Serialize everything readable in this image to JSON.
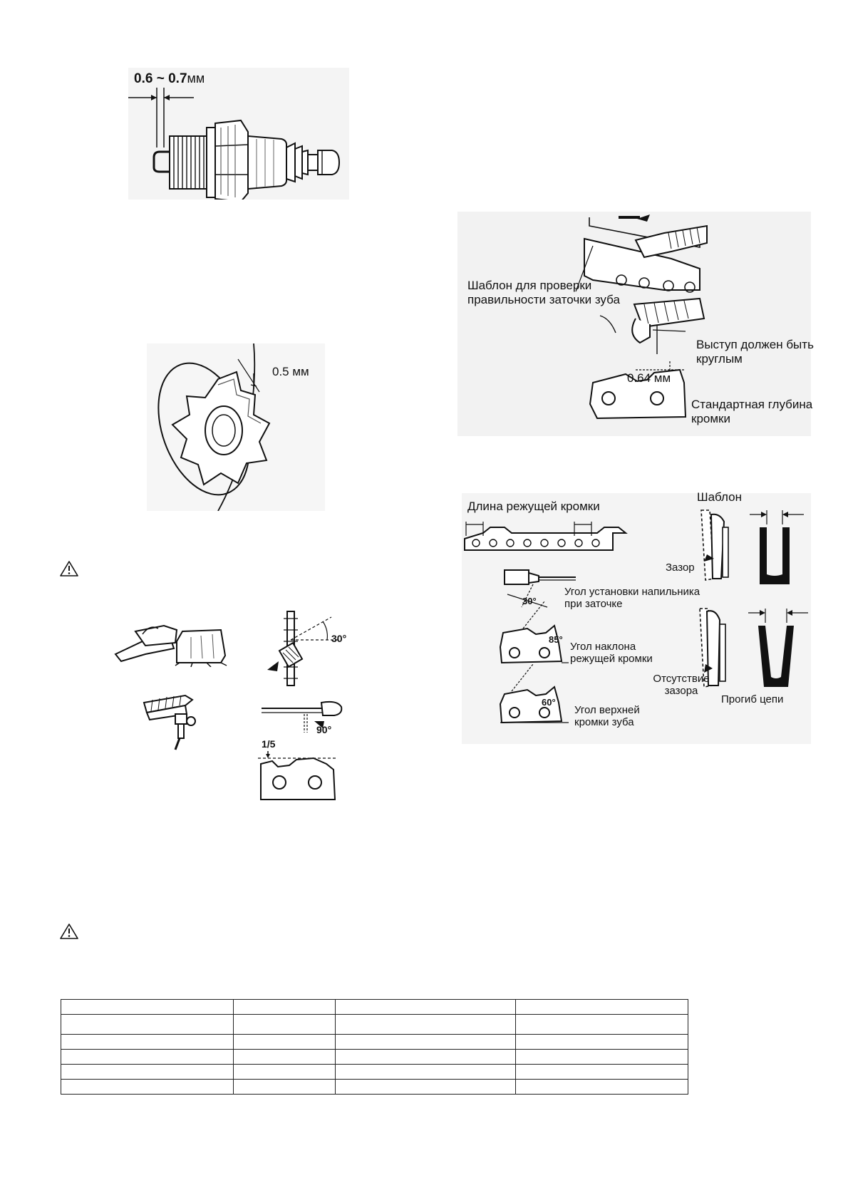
{
  "spark_plug": {
    "gap": "0.6",
    "tilde": "~",
    "gap_max": "0.7",
    "unit": "мм"
  },
  "sprocket": {
    "wear": "0.5 мм"
  },
  "template_check": {
    "label_template": "Шаблон для проверки правильности заточки зуба",
    "label_round": "Выступ должен быть круглым",
    "depth_value": "0.64 мм",
    "label_depth": "Стандартная глубина кромки"
  },
  "sharpening": {
    "angle_30": "30°",
    "angle_90": "90°",
    "fraction": "1/5"
  },
  "chain_geometry": {
    "cutting_length": "Длина режущей кромки",
    "file_angle": "Угол установки напильника при заточке",
    "file_angle_value": "30°",
    "tilt_angle": "Угол наклона режущей кромки",
    "tilt_value": "85°",
    "top_angle": "Угол верхней кромки зуба",
    "top_value": "60°",
    "template": "Шаблон",
    "gap": "Зазор",
    "no_gap": "Отсутствие зазора",
    "chain_bend": "Прогиб цепи"
  },
  "table": {
    "rows": [
      [
        "",
        "",
        "",
        ""
      ],
      [
        "",
        "",
        "",
        ""
      ],
      [
        "",
        "",
        "",
        ""
      ],
      [
        "",
        "",
        "",
        ""
      ],
      [
        "",
        "",
        "",
        ""
      ],
      [
        "",
        "",
        "",
        ""
      ]
    ]
  }
}
